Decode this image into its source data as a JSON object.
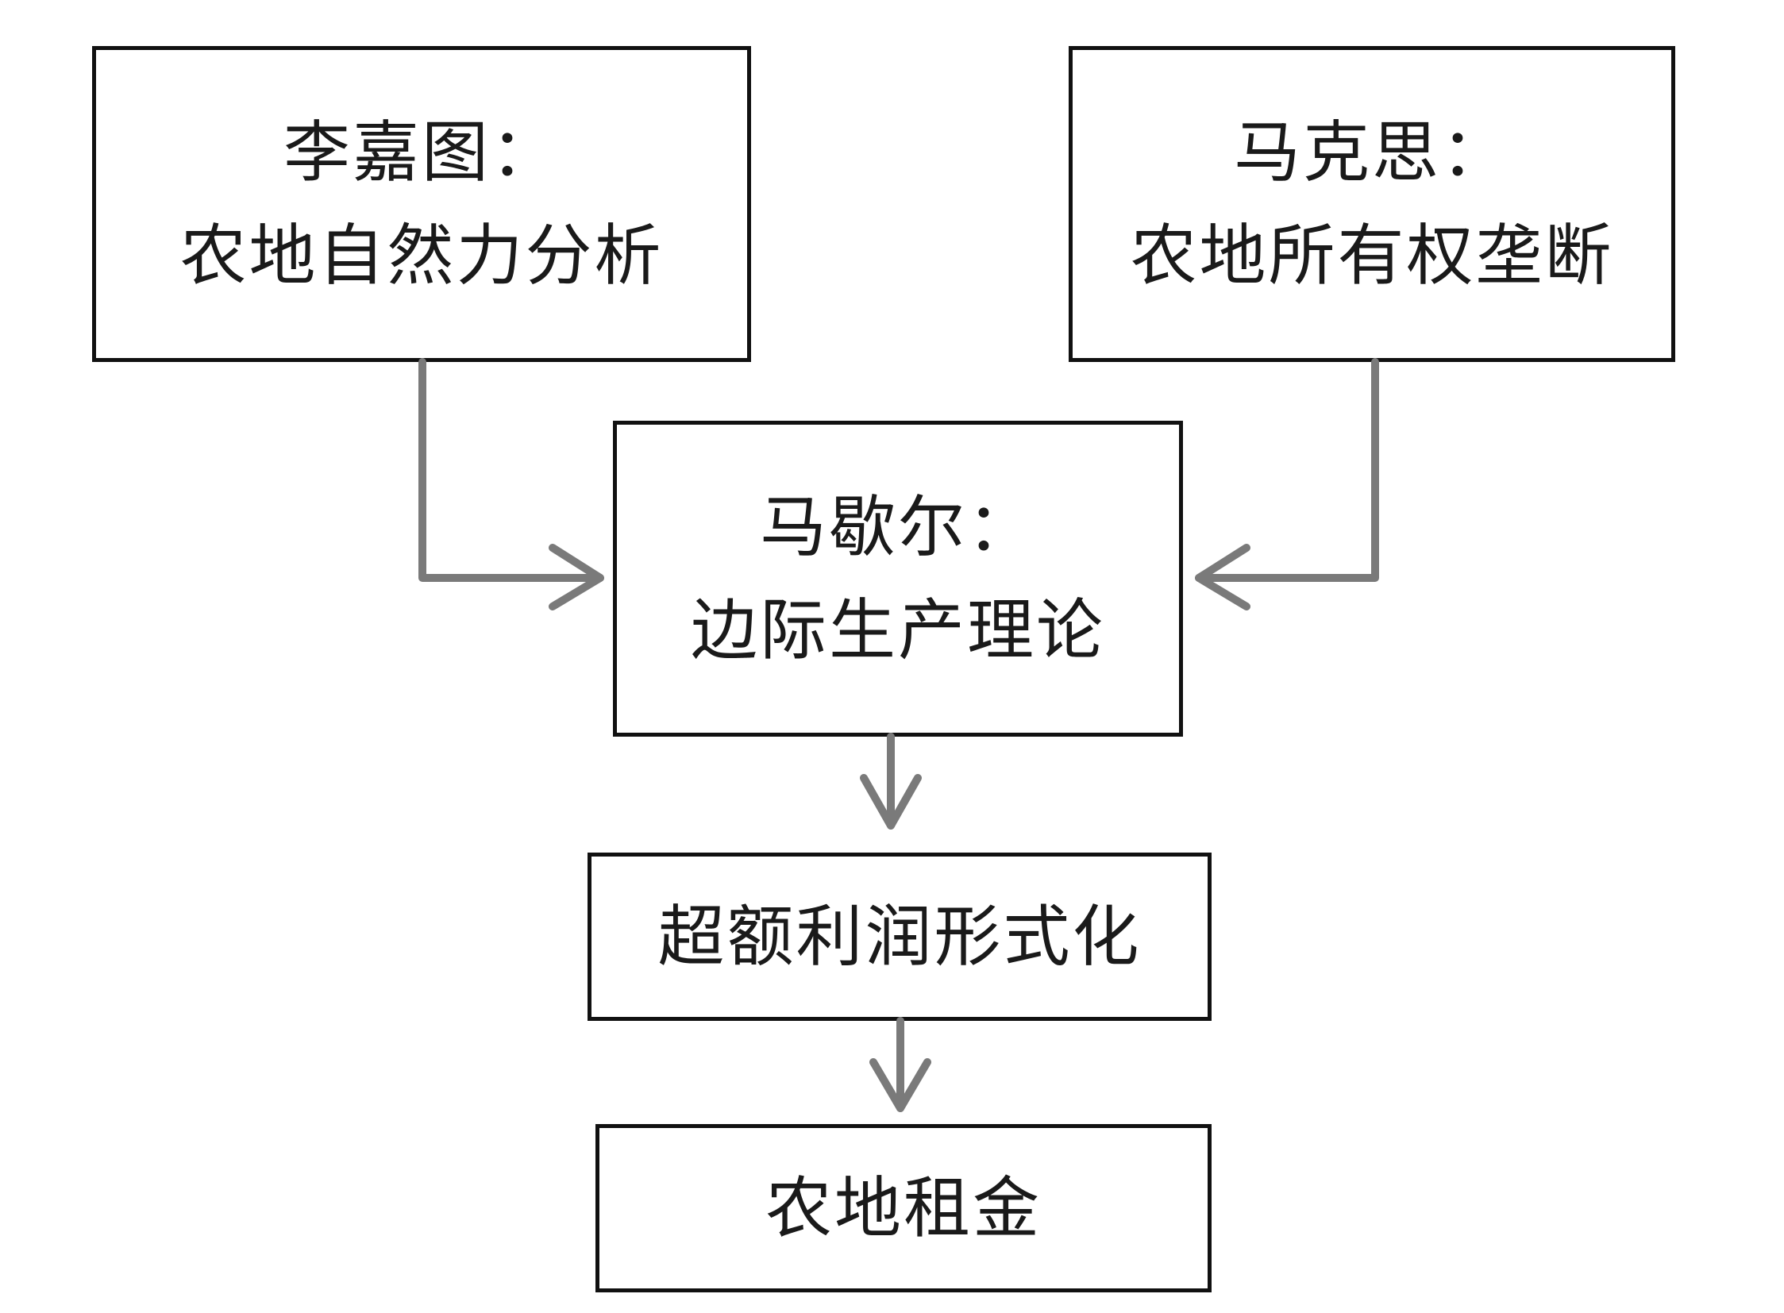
{
  "nodes": {
    "ricardo": {
      "line1": "李嘉图：",
      "line2": "农地自然力分析"
    },
    "marx": {
      "line1": "马克思：",
      "line2": "农地所有权垄断"
    },
    "marshall": {
      "line1": "马歇尔：",
      "line2": "边际生产理论"
    },
    "excess_profit": {
      "line1": "超额利润形式化"
    },
    "land_rent": {
      "line1": "农地租金"
    }
  },
  "colors": {
    "box_border": "#111111",
    "arrow": "#7a7a7a",
    "text": "#1a1a1a"
  }
}
